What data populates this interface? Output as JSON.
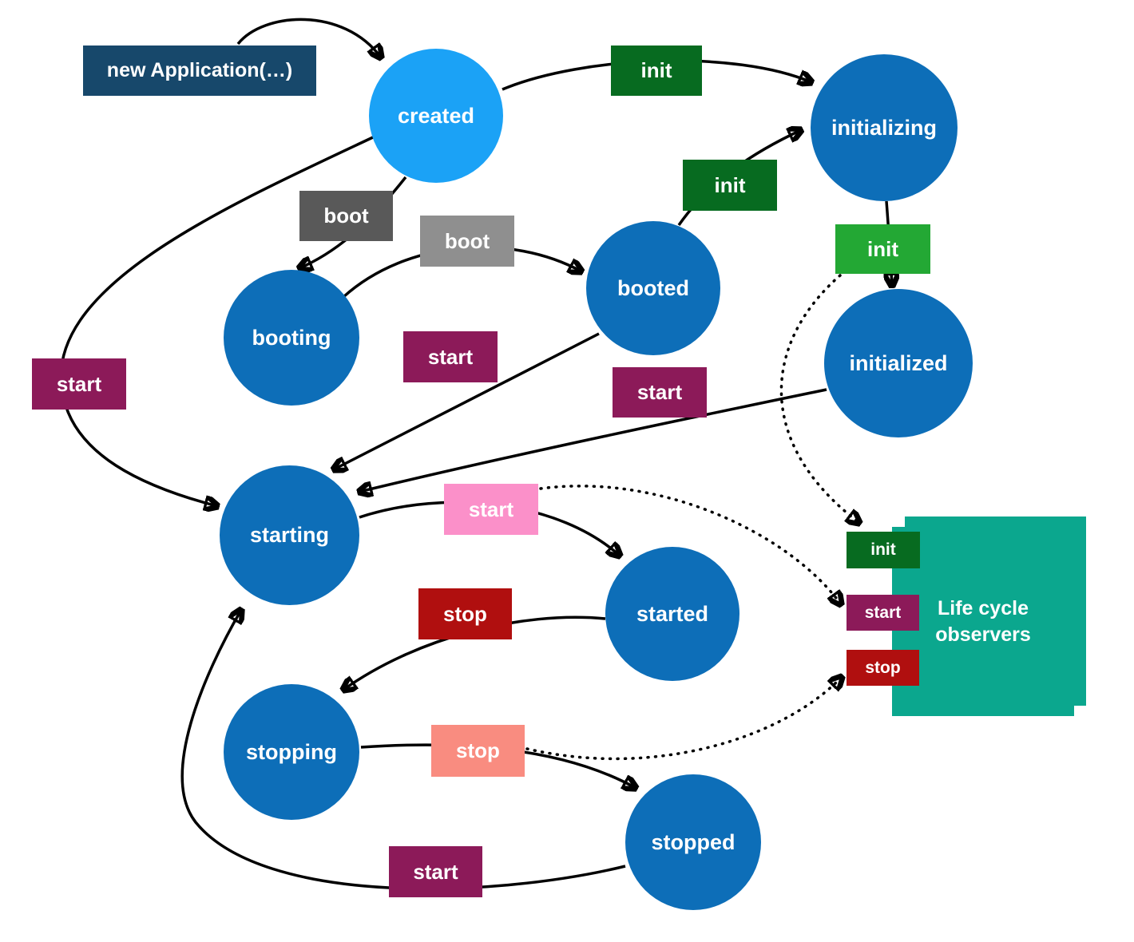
{
  "nodes": {
    "created": "created",
    "initializing": "initializing",
    "initialized": "initialized",
    "booting": "booting",
    "booted": "booted",
    "starting": "starting",
    "started": "started",
    "stopping": "stopping",
    "stopped": "stopped"
  },
  "entry_box": {
    "label": "new Application(…)"
  },
  "observers_box": {
    "label": "Life cycle observers"
  },
  "edge_labels": {
    "init_created_to_initializing": "init",
    "init_booted_to_initializing": "init",
    "init_initializing_to_initialized": "init",
    "boot_created_to_booting": "boot",
    "boot_booting_to_booted": "boot",
    "start_created_to_starting": "start",
    "start_booted_to_starting": "start",
    "start_initialized_to_starting": "start",
    "start_starting_to_started": "start",
    "stop_started_to_stopping": "stop",
    "stop_stopping_to_stopped": "stop",
    "start_stopped_to_starting": "start",
    "observer_init": "init",
    "observer_start": "start",
    "observer_stop": "stop"
  },
  "edges": [
    {
      "from": "new Application(…)",
      "to": "created",
      "label": null,
      "style": "solid"
    },
    {
      "from": "created",
      "to": "initializing",
      "label": "init",
      "style": "solid"
    },
    {
      "from": "created",
      "to": "booting",
      "label": "boot",
      "style": "solid"
    },
    {
      "from": "booting",
      "to": "booted",
      "label": "boot",
      "style": "solid"
    },
    {
      "from": "booted",
      "to": "initializing",
      "label": "init",
      "style": "solid"
    },
    {
      "from": "initializing",
      "to": "initialized",
      "label": "init",
      "style": "solid"
    },
    {
      "from": "created",
      "to": "starting",
      "label": "start",
      "style": "solid"
    },
    {
      "from": "booted",
      "to": "starting",
      "label": "start",
      "style": "solid"
    },
    {
      "from": "initialized",
      "to": "starting",
      "label": "start",
      "style": "solid"
    },
    {
      "from": "starting",
      "to": "started",
      "label": "start",
      "style": "solid"
    },
    {
      "from": "started",
      "to": "stopping",
      "label": "stop",
      "style": "solid"
    },
    {
      "from": "stopping",
      "to": "stopped",
      "label": "stop",
      "style": "solid"
    },
    {
      "from": "stopped",
      "to": "starting",
      "label": "start",
      "style": "solid"
    },
    {
      "from": "init",
      "to": "Life cycle observers",
      "label": "init",
      "style": "dotted"
    },
    {
      "from": "start",
      "to": "Life cycle observers",
      "label": "start",
      "style": "dotted"
    },
    {
      "from": "stop",
      "to": "Life cycle observers",
      "label": "stop",
      "style": "dotted"
    }
  ],
  "colors": {
    "state_blue": "#0d6eb8",
    "created_light_blue": "#1ba2f6",
    "entry_navy": "#17486b",
    "init_dark_green": "#076b20",
    "init_green": "#23a834",
    "boot_dark_gray": "#595959",
    "boot_gray": "#8f8f8f",
    "start_magenta": "#8c1a59",
    "start_pink": "#fb90c9",
    "stop_dark_red": "#b00f0f",
    "stop_salmon": "#f98c80",
    "observers_teal": "#0ba78e",
    "edge_black": "#000000"
  }
}
